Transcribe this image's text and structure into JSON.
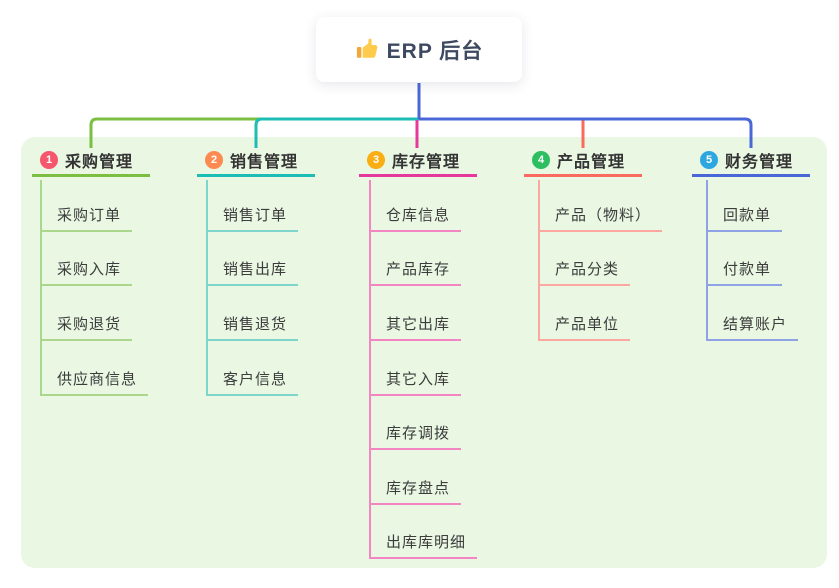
{
  "root": {
    "title": "ERP 后台",
    "icon": "thumbs-up"
  },
  "connector": {
    "root_color": "#4A67D7"
  },
  "panel_color": "#E9F7E3",
  "branches": [
    {
      "badge": "1",
      "badge_color": "#F5576C",
      "label": "采购管理",
      "line_color": "#7CBE42",
      "child_line_color": "#ABD78D",
      "children": [
        "采购订单",
        "采购入库",
        "采购退货",
        "供应商信息"
      ]
    },
    {
      "badge": "2",
      "badge_color": "#FC8A51",
      "label": "销售管理",
      "line_color": "#1CBDB4",
      "child_line_color": "#7ED5CB",
      "children": [
        "销售订单",
        "销售出库",
        "销售退货",
        "客户信息"
      ]
    },
    {
      "badge": "3",
      "badge_color": "#F9AE13",
      "label": "库存管理",
      "line_color": "#E53A9C",
      "child_line_color": "#F285C2",
      "children": [
        "仓库信息",
        "产品库存",
        "其它出库",
        "其它入库",
        "库存调拨",
        "库存盘点",
        "出库库明细"
      ]
    },
    {
      "badge": "4",
      "badge_color": "#2DBE60",
      "label": "产品管理",
      "line_color": "#FB6A5F",
      "child_line_color": "#FCA8A0",
      "children": [
        "产品（物料）",
        "产品分类",
        "产品单位"
      ]
    },
    {
      "badge": "5",
      "badge_color": "#2EA7E0",
      "label": "财务管理",
      "line_color": "#4A67D7",
      "child_line_color": "#90A2E6",
      "children": [
        "回款单",
        "付款单",
        "结算账户"
      ]
    }
  ]
}
